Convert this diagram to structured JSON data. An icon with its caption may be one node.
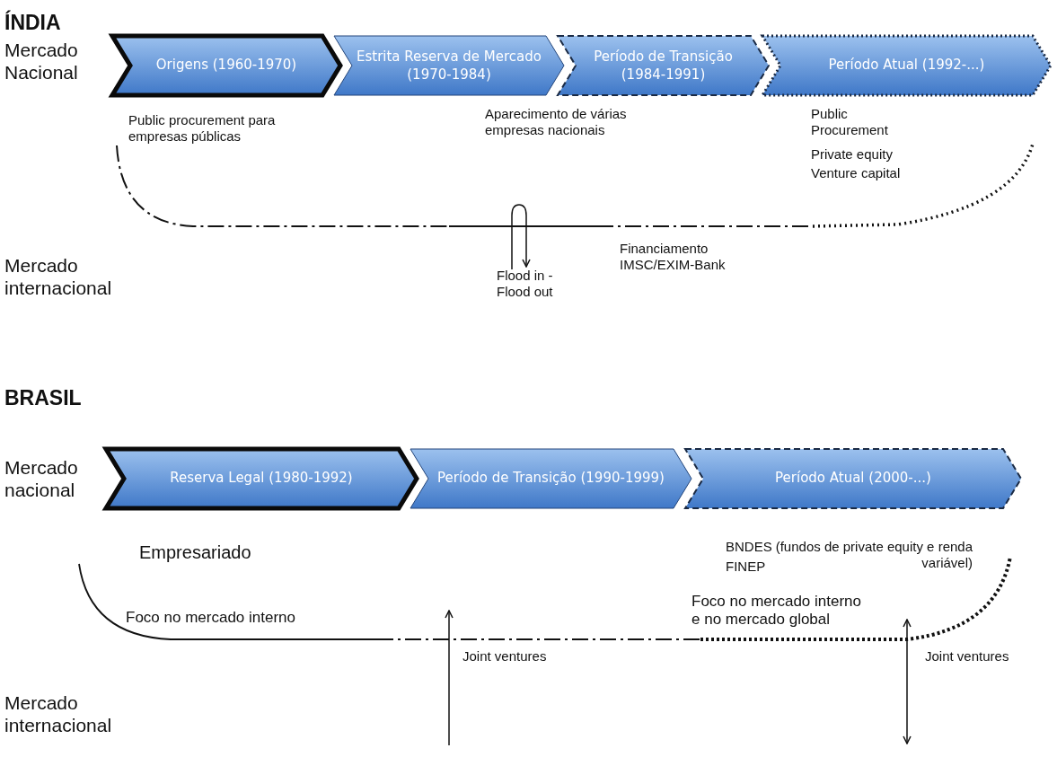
{
  "diagram": {
    "nodes": [
      {
        "text": [
          "Origens (1960-1970)"
        ]
      },
      {
        "text": [
          "Estrita Reserva de Mercado (1970-1984)"
        ]
      },
      {
        "text": [
          "Período de Transição (1984-1991)"
        ]
      },
      {
        "text": [
          "Período Atual (1992-...)"
        ]
      },
      {
        "text": [
          "Reserva Legal (1980-1992)"
        ]
      },
      {
        "text": [
          "Período de Transição (1990-1999)"
        ]
      },
      {
        "text": [
          "Período Atual (2000-...)"
        ]
      }
    ],
    "edges": [],
    "labels": [
      "ÍNDIA",
      "Mercado Nacional",
      "Public procurement para empresas públicas",
      "Aparecimento de várias empresas nacionais",
      "Public Procurement",
      "Private equity",
      "Venture capital",
      "Mercado internacional",
      "Flood in - Flood out",
      "Financiamento IMSC/EXIM-Bank",
      "BRASIL",
      "Mercado nacional",
      "Empresariado",
      "BNDES",
      "(fundos de private equity e renda variável)",
      "FINEP",
      "Foco no mercado interno",
      "Foco no mercado interno e no mercado global",
      "Mercado internacional",
      "Joint ventures",
      "Joint ventures"
    ]
  }
}
